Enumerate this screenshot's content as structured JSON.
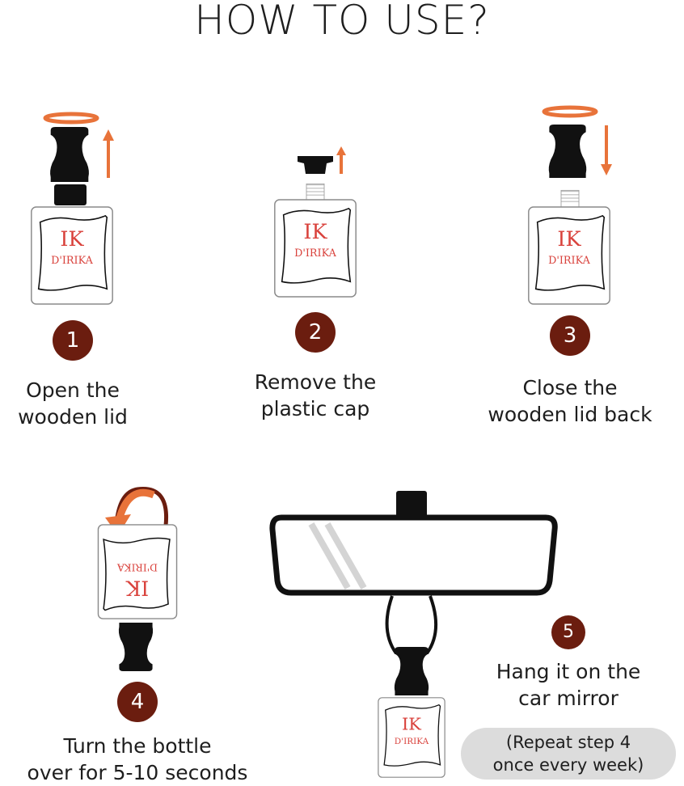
{
  "title": "HOW TO USE?",
  "brand": {
    "logo_text": "D'IRIKA"
  },
  "colors": {
    "step_circle": "#6b1d0f",
    "arrow": "#e8733a",
    "logo": "#d9423c",
    "lid": "#111111",
    "note_bg": "#dcdcdc"
  },
  "steps": [
    {
      "number": "1",
      "line1": "Open the",
      "line2": "wooden lid"
    },
    {
      "number": "2",
      "line1": "Remove the",
      "line2": "plastic cap"
    },
    {
      "number": "3",
      "line1": "Close the",
      "line2": "wooden lid back"
    },
    {
      "number": "4",
      "line1": "Turn the bottle",
      "line2": "over for 5-10 seconds"
    },
    {
      "number": "5",
      "line1": "Hang it on the",
      "line2": "car mirror"
    }
  ],
  "note": {
    "line1": "(Repeat step 4",
    "line2": "once every week)"
  }
}
